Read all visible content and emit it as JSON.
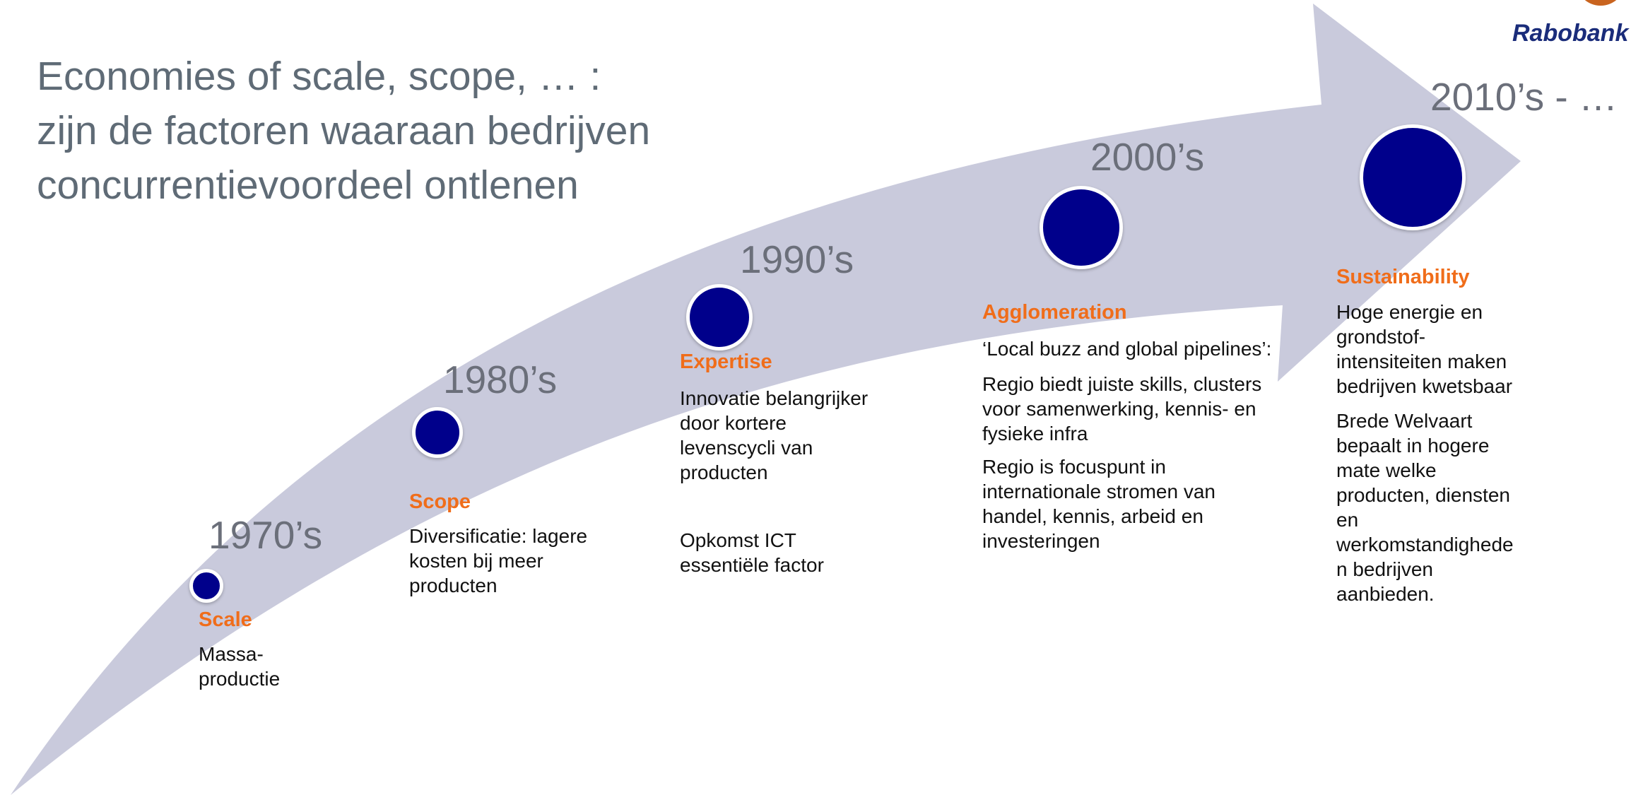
{
  "title": {
    "line1": "Economies of scale, scope, … :",
    "line2": "zijn de factoren waaraan bedrijven",
    "line3": "concurrentievoordeel ontlenen"
  },
  "logo": {
    "text": "Rabobank"
  },
  "colors": {
    "arrow": "#c9cadc",
    "dot": "#00008b",
    "heading": "#f06d1a",
    "era": "#6b6f7a",
    "title": "#5f6b76"
  },
  "eras": [
    {
      "label": "1970’s"
    },
    {
      "label": "1980’s"
    },
    {
      "label": "1990’s"
    },
    {
      "label": "2000’s"
    },
    {
      "label": "2010’s - …"
    }
  ],
  "stages": {
    "scale": {
      "heading": "Scale",
      "text": "Massa-\nproductie"
    },
    "scope": {
      "heading": "Scope",
      "text": "Diversificatie: lagere\nkosten bij meer\nproducten"
    },
    "expertise": {
      "heading": "Expertise",
      "text1": "Innovatie belangrijker\ndoor kortere\nlevenscycli van\nproducten",
      "text2": "Opkomst ICT\nessentiële factor"
    },
    "agglomeration": {
      "heading": "Agglomeration",
      "text1": "‘Local buzz and global pipelines’:",
      "text2": "Regio biedt juiste skills, clusters\nvoor samenwerking, kennis- en\nfysieke infra",
      "text3": "Regio is focuspunt in\ninternationale stromen van\nhandel, kennis, arbeid en\ninvesteringen"
    },
    "sustainability": {
      "heading": "Sustainability",
      "text1": "Hoge energie en\ngrondstof-\nintensiteiten maken\nbedrijven kwetsbaar",
      "text2": "Brede Welvaart\nbepaalt in hogere\nmate welke\nproducten, diensten\nen\nwerkomstandighede\nn bedrijven\naanbieden."
    }
  }
}
